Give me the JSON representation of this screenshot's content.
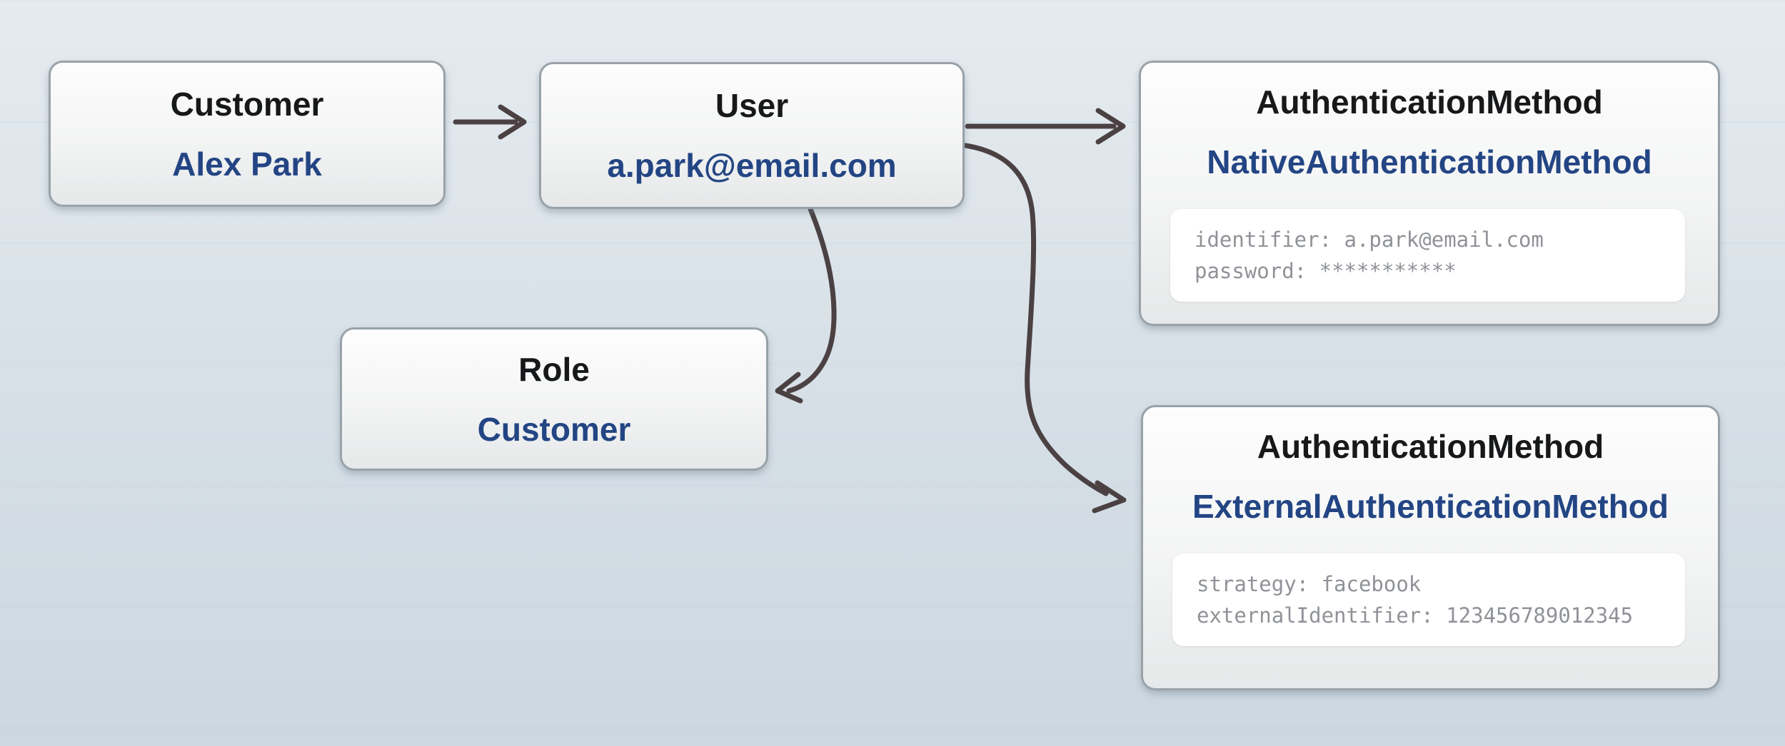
{
  "diagram": {
    "nodes": [
      {
        "id": "customer",
        "title": "Customer",
        "value": "Alex Park"
      },
      {
        "id": "user",
        "title": "User",
        "value": "a.park@email.com"
      },
      {
        "id": "native-auth",
        "title": "AuthenticationMethod",
        "value": "NativeAuthenticationMethod",
        "attributes": [
          "identifier: a.park@email.com",
          "password: ***********"
        ]
      },
      {
        "id": "role",
        "title": "Role",
        "value": "Customer"
      },
      {
        "id": "external-auth",
        "title": "AuthenticationMethod",
        "value": "ExternalAuthenticationMethod",
        "attributes": [
          "strategy: facebook",
          "externalIdentifier: 123456789012345"
        ]
      }
    ],
    "edges": [
      {
        "from": "customer",
        "to": "user"
      },
      {
        "from": "user",
        "to": "native-auth"
      },
      {
        "from": "user",
        "to": "external-auth"
      },
      {
        "from": "user",
        "to": "role"
      }
    ]
  },
  "colors": {
    "background_top": "#e5ebf0",
    "background_mid": "#d6dfe6",
    "background_bottom": "#ccd7e0",
    "node_fill_top": "#fdfdfd",
    "node_fill_bottom": "#e6e8e9",
    "node_border": "#98a2a8",
    "title_text": "#17181a",
    "value_text": "#234584",
    "attribute_text": "#8f9297",
    "attribute_panel": "#ffffff",
    "arrow": "#4b4143"
  }
}
